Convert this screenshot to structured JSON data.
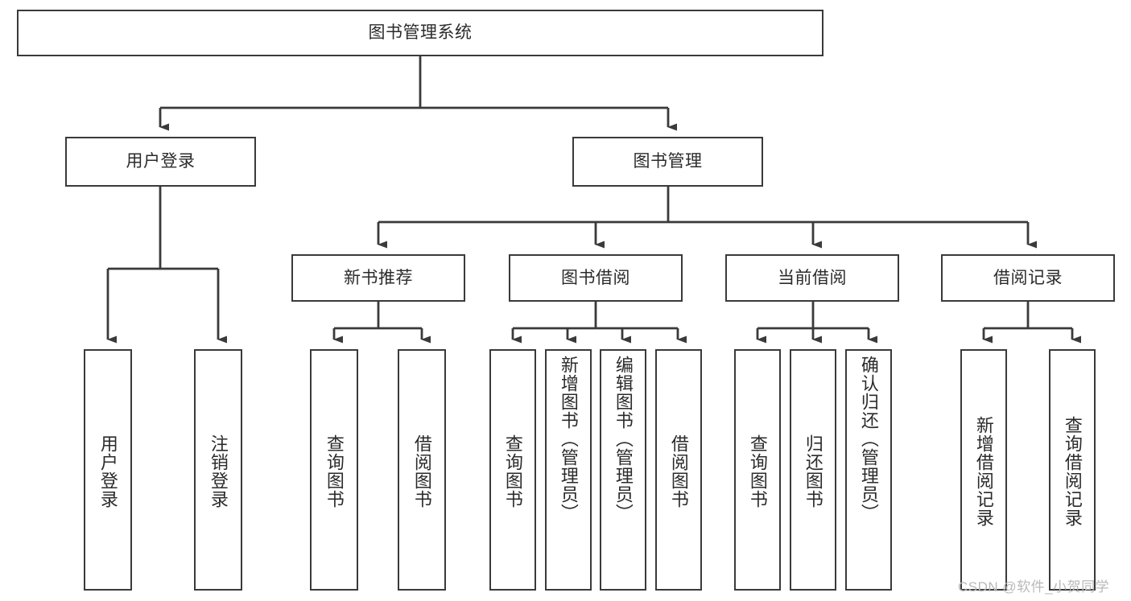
{
  "diagram": {
    "type": "tree",
    "title": "图书管理系统",
    "watermark": "CSDN @软件_小贺同学",
    "colors": {
      "stroke": "#3a3a3a",
      "background": "#ffffff",
      "text": "#2b2b2b",
      "watermark": "#b9b9b9"
    },
    "root": {
      "label": "图书管理系统"
    },
    "level2": [
      {
        "label": "用户登录"
      },
      {
        "label": "图书管理"
      }
    ],
    "level3": [
      {
        "label": "新书推荐"
      },
      {
        "label": "图书借阅"
      },
      {
        "label": "当前借阅"
      },
      {
        "label": "借阅记录"
      }
    ],
    "leaves": {
      "user_login": [
        {
          "label": "用户登录"
        },
        {
          "label": "注销登录"
        }
      ],
      "new_book": [
        {
          "label": "查询图书"
        },
        {
          "label": "借阅图书"
        }
      ],
      "book_borrow": [
        {
          "label": "查询图书"
        },
        {
          "label": "新增图书（管理员）"
        },
        {
          "label": "编辑图书（管理员）"
        },
        {
          "label": "借阅图书"
        }
      ],
      "current_borrow": [
        {
          "label": "查询图书"
        },
        {
          "label": "归还图书"
        },
        {
          "label": "确认归还（管理员）"
        }
      ],
      "borrow_record": [
        {
          "label": "新增借阅记录"
        },
        {
          "label": "查询借阅记录"
        }
      ]
    }
  }
}
